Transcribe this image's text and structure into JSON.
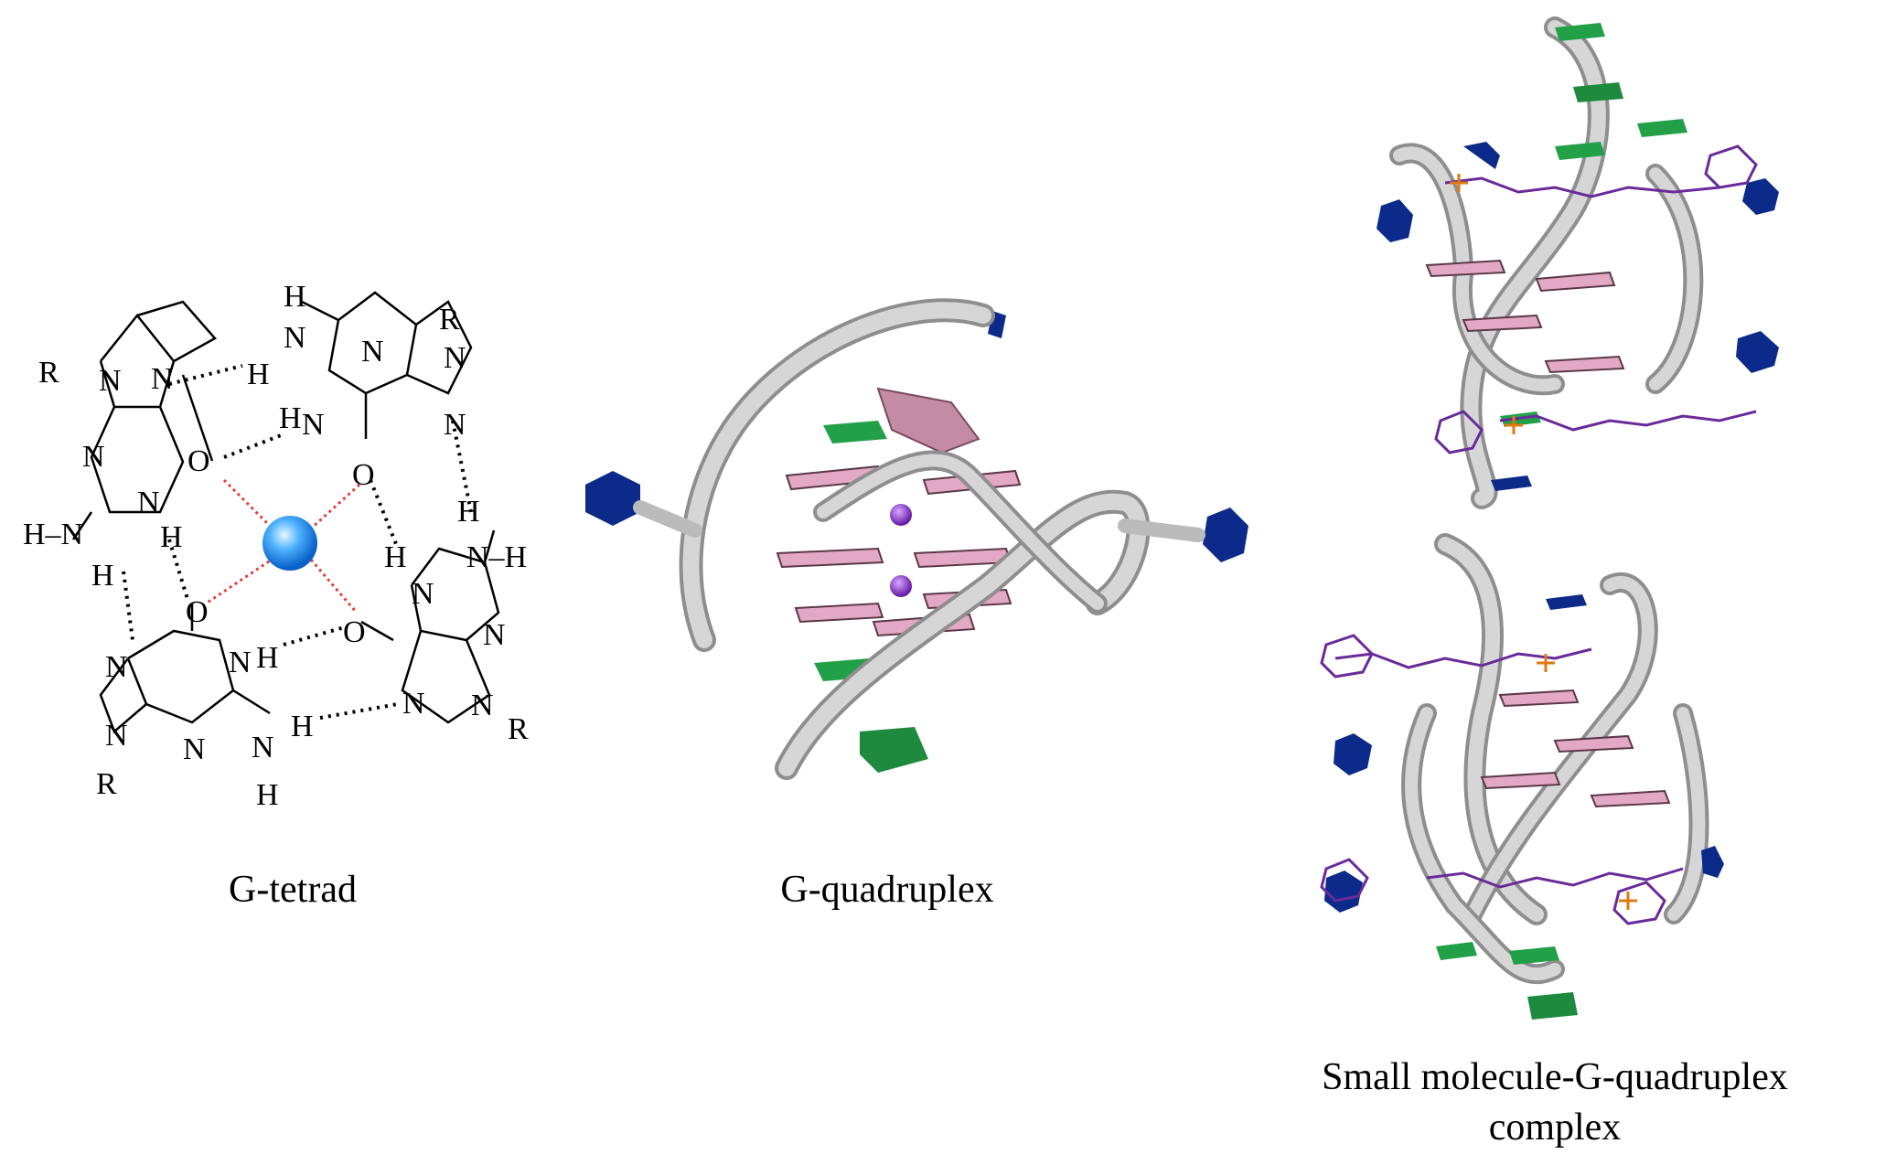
{
  "panels": {
    "tetrad": {
      "caption": "G-tetrad"
    },
    "quadruplex": {
      "caption": "G-quadruplex"
    },
    "complex": {
      "caption_line1": "Small molecule-G-quadruplex",
      "caption_line2": "complex"
    }
  },
  "atoms": {
    "R": "R",
    "N": "N",
    "O": "O",
    "H": "H",
    "NH": "N",
    "H_N": "H–N",
    "N_H": "N–H"
  },
  "colors": {
    "backbone": "#c8c8c8",
    "backbone_shade": "#8e8e8e",
    "base_pink": "#e3a8c4",
    "base_pink_dark": "#5a3848",
    "base_green": "#22a048",
    "base_blue": "#0c2a8a",
    "ion": "#8a3cc0",
    "ion_center": "#3a9ef0",
    "ligand": "#6a2a9a",
    "ligand_metal": "#e07a10",
    "hbond_red": "#e04040"
  }
}
